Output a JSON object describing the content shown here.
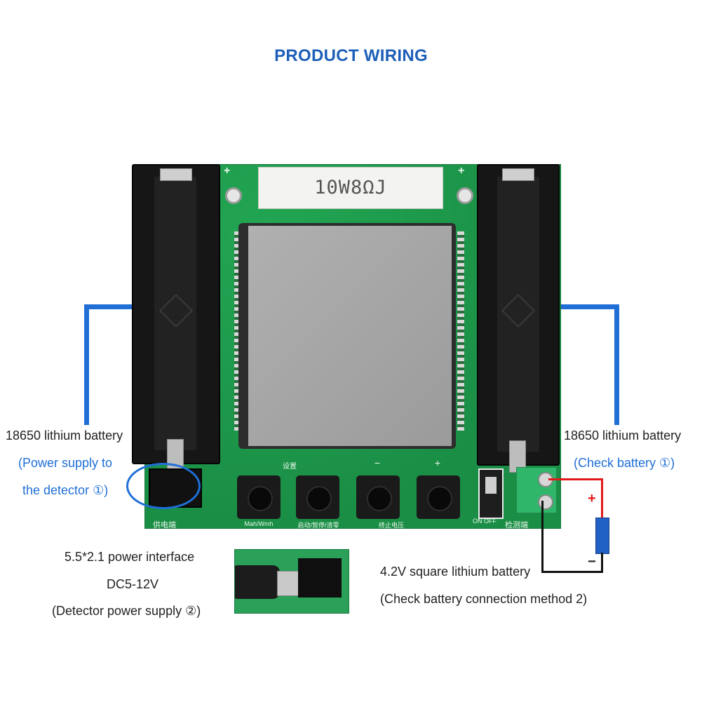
{
  "title": "PRODUCT WIRING",
  "board": {
    "resistor_label": "10W8ΩJ",
    "button_labels": [
      "设置",
      "−",
      "+"
    ],
    "button_captions": [
      "Mah/Wmh",
      "启动/暂停/清零",
      "终止电压"
    ],
    "power_label": "供电端",
    "detect_label": "检测端",
    "switch_label": "ON OFF",
    "jack_label": "DC5-12V",
    "plus_marks": [
      "+",
      "+"
    ]
  },
  "left_labels": {
    "line1": "18650 lithium battery",
    "line2": "(Power supply to",
    "line3": "the detector ①)"
  },
  "right_labels": {
    "line1": "18650 lithium battery",
    "line2": "(Check battery ①)"
  },
  "power_interface": {
    "line1": "5.5*2.1 power interface",
    "line2": "DC5-12V",
    "line3": "(Detector power supply ②)"
  },
  "square_battery": {
    "line1": "4.2V square lithium battery",
    "line2": "(Check battery connection method 2)",
    "plus": "+",
    "minus": "−"
  },
  "colors": {
    "accent_blue": "#1f6fd6",
    "title_blue": "#1d5fb8",
    "pcb_green": "#1e9a4c",
    "wire_red": "#e01a1a"
  }
}
